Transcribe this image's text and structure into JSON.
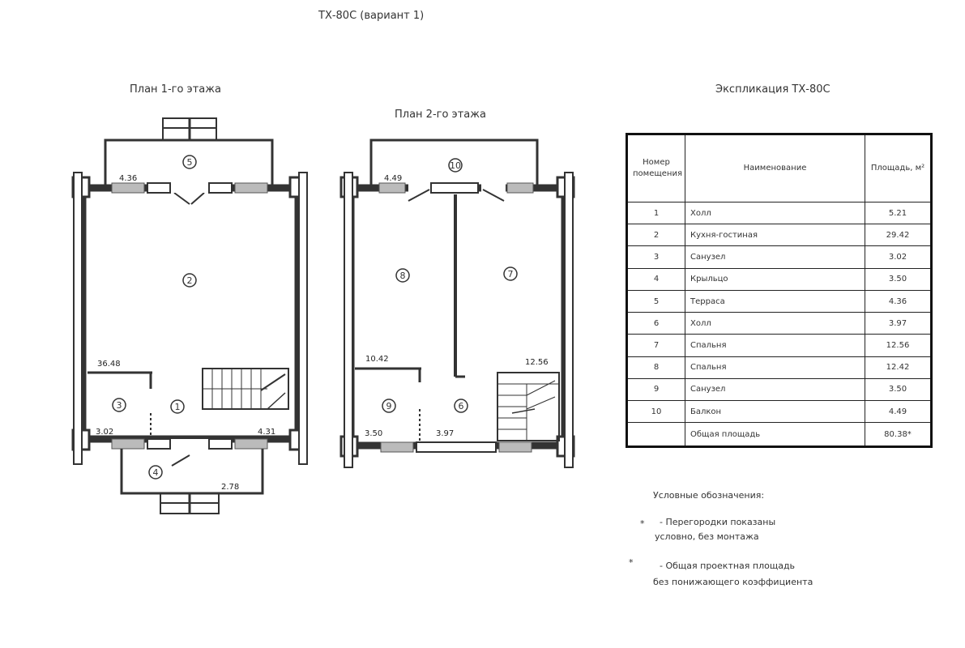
{
  "page": {
    "title": "ТХ-80С (вариант 1)"
  },
  "plan_1": {
    "title": "План 1-го этажа",
    "rooms": [
      "1",
      "2",
      "3",
      "4",
      "5"
    ],
    "dimensions": [
      "4.36",
      "36.48",
      "3.02",
      "4.31",
      "2.78"
    ]
  },
  "plan_2": {
    "title": "План 2-го этажа",
    "rooms": [
      "6",
      "7",
      "8",
      "9",
      "10"
    ],
    "dimensions": [
      "4.49",
      "10.42",
      "12.56",
      "3.50",
      "3.97"
    ]
  },
  "explication": {
    "title": "Экспликация ТХ-80С",
    "headers": [
      "Номер помещения",
      "Наименование",
      "Площадь, м²"
    ],
    "rows": [
      {
        "num": "1",
        "name": "Холл",
        "area": "5.21"
      },
      {
        "num": "2",
        "name": "Кухня-гостиная",
        "area": "29.42"
      },
      {
        "num": "3",
        "name": "Санузел",
        "area": "3.02"
      },
      {
        "num": "4",
        "name": "Крыльцо",
        "area": "3.50"
      },
      {
        "num": "5",
        "name": "Терраса",
        "area": "4.36"
      },
      {
        "num": "6",
        "name": "Холл",
        "area": "3.97"
      },
      {
        "num": "7",
        "name": "Спальня",
        "area": "12.56"
      },
      {
        "num": "8",
        "name": "Спальня",
        "area": "12.42"
      },
      {
        "num": "9",
        "name": "Санузел",
        "area": "3.50"
      },
      {
        "num": "10",
        "name": "Балкон",
        "area": "4.49"
      },
      {
        "num": "",
        "name": "Общая площадь",
        "area": "80.38*"
      }
    ]
  },
  "legend": {
    "title": "Условные обозначения:",
    "items": [
      {
        "mark": "*",
        "line1": "- Перегородки показаны",
        "line2": "условно, без монтажа"
      },
      {
        "mark": "*",
        "line1": "- Общая проектная площадь",
        "line2": "без понижающего коэффициента"
      }
    ]
  }
}
